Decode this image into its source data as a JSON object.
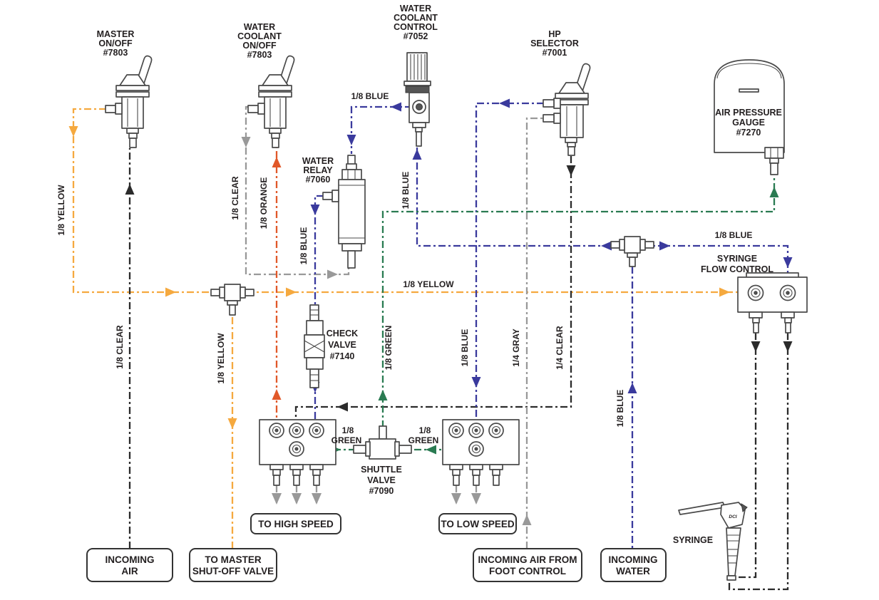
{
  "colors": {
    "yellow": "#F5A93F",
    "orange": "#E15829",
    "blue": "#3A3A9D",
    "green": "#2A7B52",
    "gray": "#999999",
    "black": "#2B2B2B",
    "outline": "#4A4A4A",
    "text": "#231F20"
  },
  "components": {
    "master_switch": {
      "lines": [
        "MASTER",
        "ON/OFF",
        "#7803"
      ]
    },
    "coolant_switch": {
      "lines": [
        "WATER",
        "COOLANT",
        "ON/OFF",
        "#7803"
      ]
    },
    "coolant_control": {
      "lines": [
        "WATER",
        "COOLANT",
        "CONTROL",
        "#7052"
      ]
    },
    "hp_selector": {
      "lines": [
        "HP",
        "SELECTOR",
        "#7001"
      ]
    },
    "air_gauge": {
      "lines": [
        "AIR PRESSURE",
        "GAUGE",
        "#7270"
      ]
    },
    "water_relay": {
      "lines": [
        "WATER",
        "RELAY",
        "#7060"
      ]
    },
    "check_valve": {
      "lines": [
        "CHECK",
        "VALVE",
        "#7140"
      ]
    },
    "shuttle_valve": {
      "lines": [
        "SHUTTLE",
        "VALVE",
        "#7090"
      ]
    },
    "syringe_flow_control": {
      "lines": [
        "SYRINGE",
        "FLOW CONTROL"
      ]
    },
    "syringe": {
      "label": "SYRINGE",
      "brand": "DCI"
    }
  },
  "tube_labels": {
    "yellow_master": "1/8 YELLOW",
    "clear_incoming": "1/8 CLEAR",
    "clear_coolant": "1/8 CLEAR",
    "orange_coolant": "1/8 ORANGE",
    "blue_checkvalve": "1/8 BLUE",
    "blue_control_side": "1/8 BLUE",
    "blue_control_bottom": "1/8 BLUE",
    "yellow_shutoff": "1/8 YELLOW",
    "yellow_main": "1/8 YELLOW",
    "green_shuttle_up": "1/8 GREEN",
    "blue_hp": "1/8 BLUE",
    "gray_foot": "1/4 GRAY",
    "clear_hp": "1/4 CLEAR",
    "blue_water": "1/8 BLUE",
    "blue_syringe": "1/8 BLUE",
    "green_left_a": "1/8",
    "green_left_b": "GREEN",
    "green_right_a": "1/8",
    "green_right_b": "GREEN"
  },
  "endpoints": {
    "to_high_speed": {
      "lines": [
        "TO HIGH SPEED"
      ]
    },
    "to_low_speed": {
      "lines": [
        "TO LOW SPEED"
      ]
    },
    "incoming_air": {
      "lines": [
        "INCOMING",
        "AIR"
      ]
    },
    "to_master_shutoff": {
      "lines": [
        "TO MASTER",
        "SHUT-OFF VALVE"
      ]
    },
    "incoming_air_foot": {
      "lines": [
        "INCOMING AIR FROM",
        "FOOT CONTROL"
      ]
    },
    "incoming_water": {
      "lines": [
        "INCOMING",
        "WATER"
      ]
    }
  }
}
